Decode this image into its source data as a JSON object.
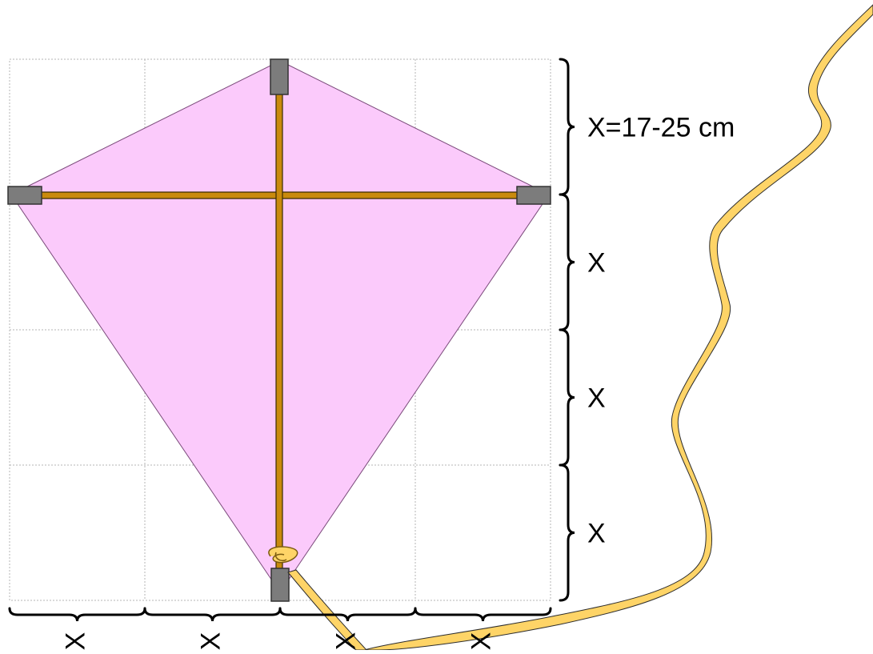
{
  "diagram": {
    "grid": {
      "columns": 4,
      "rows": 4
    },
    "labels": {
      "side": [
        "X=17-25 cm",
        "X",
        "X",
        "X"
      ],
      "bottom": [
        "X",
        "X",
        "X",
        "X"
      ]
    },
    "colors": {
      "kite_sail": "#fbcafb",
      "spar": "#c98a0e",
      "spar_outline": "#3a2a00",
      "end_cap": "#7c7c7c",
      "tail_ribbon": "#fed467",
      "tail_outline": "#2d2d2d",
      "grid_line": "#b5b5b5"
    },
    "icons": {
      "tail": "ribbon-tail-icon",
      "bow": "bow-knot-icon",
      "cap": "spar-end-cap-icon"
    }
  }
}
